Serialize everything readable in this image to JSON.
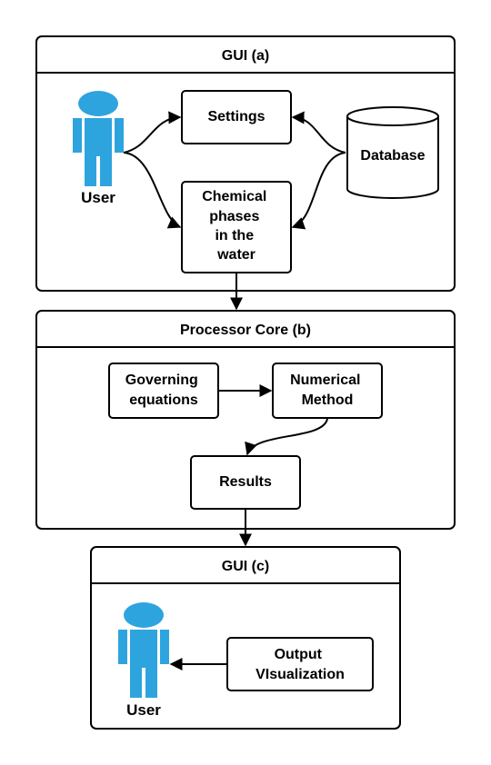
{
  "frames": {
    "gui_a": {
      "title": "GUI (a)"
    },
    "processor_core": {
      "title": "Processor Core (b)"
    },
    "gui_c": {
      "title": "GUI (c)"
    }
  },
  "nodes": {
    "user_top": {
      "label": "User"
    },
    "settings": {
      "label": "Settings"
    },
    "chemical_phases": {
      "lines": [
        "Chemical",
        "phases",
        "in the",
        "water"
      ]
    },
    "database": {
      "label": "Database"
    },
    "governing_equations": {
      "lines": [
        "Governing",
        "equations"
      ]
    },
    "numerical_method": {
      "lines": [
        "Numerical",
        "Method"
      ]
    },
    "results": {
      "label": "Results"
    },
    "output_visualization": {
      "lines": [
        "Output",
        "VIsualization"
      ]
    },
    "user_bottom": {
      "label": "User"
    }
  },
  "colors": {
    "person": "#2ea4df",
    "stroke": "#000000",
    "background": "#ffffff"
  },
  "icons": {
    "user": "person-icon",
    "database": "cylinder-database-icon"
  }
}
